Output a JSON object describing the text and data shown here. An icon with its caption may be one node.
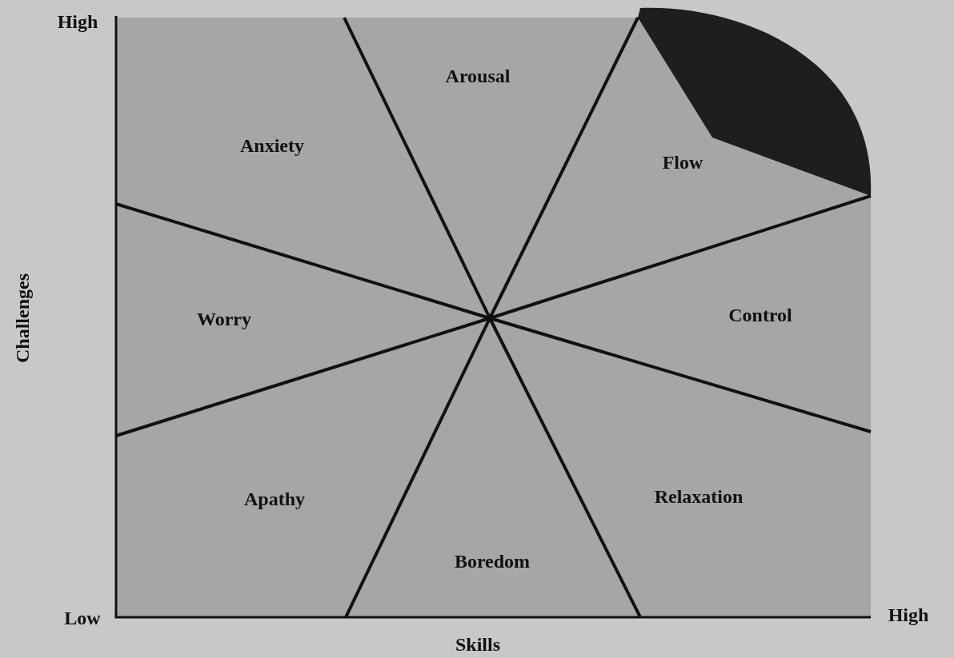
{
  "diagram": {
    "labels": [
      "High",
      "Arousal",
      "Anxiety",
      "Flow",
      "Worry",
      "Control",
      "Challenges",
      "Apathy",
      "Relaxation",
      "Boredom",
      "Low",
      "High",
      "Skills"
    ]
  }
}
